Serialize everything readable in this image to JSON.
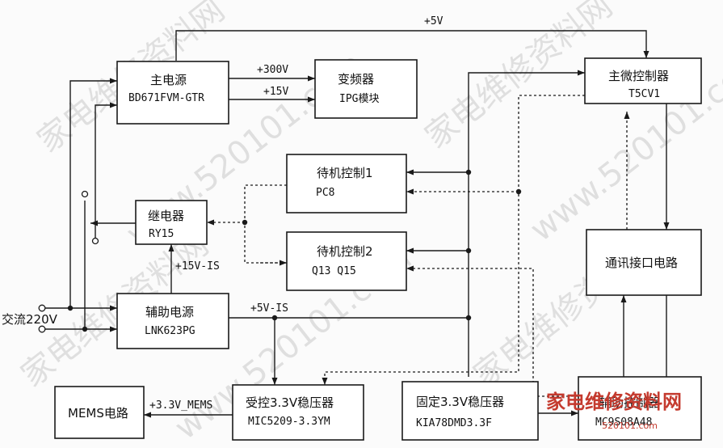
{
  "blocks": {
    "main_power": {
      "line1": "主电源",
      "line2": "BD671FVM-GTR"
    },
    "inverter": {
      "line1": "变频器",
      "line2": "IPG模块"
    },
    "main_mcu": {
      "line1": "主微控制器",
      "line2": "T5CV1"
    },
    "standby1": {
      "line1": "待机控制1",
      "line2": "PC8"
    },
    "standby2": {
      "line1": "待机控制2",
      "line2": "Q13 Q15"
    },
    "relay": {
      "line1": "继电器",
      "line2": "RY15"
    },
    "comm": {
      "line1": "通讯接口电路"
    },
    "aux_power": {
      "line1": "辅助电源",
      "line2": "LNK623PG"
    },
    "mems": {
      "line1": "MEMS电路"
    },
    "ctrl_reg": {
      "line1": "受控3.3V稳压器",
      "line2": "MIC5209-3.3YM"
    },
    "fixed_reg": {
      "line1": "固定3.3V稳压器",
      "line2": "KIA78DMD3.3F"
    },
    "aux_mcu": {
      "line1": "辅助控制器",
      "line2": "MC9S08A48"
    }
  },
  "labels": {
    "v5": "+5V",
    "v300": "+300V",
    "v15": "+15V",
    "v15is": "+15V-IS",
    "v5is": "+5V-IS",
    "v33mems": "+3.3V_MEMS",
    "ac_input": "交流220V"
  },
  "watermark": {
    "cn": "家电维修资料网",
    "url": "www.520101.com",
    "logo": "家电维修资料网",
    "logo_url": "520101.com"
  }
}
